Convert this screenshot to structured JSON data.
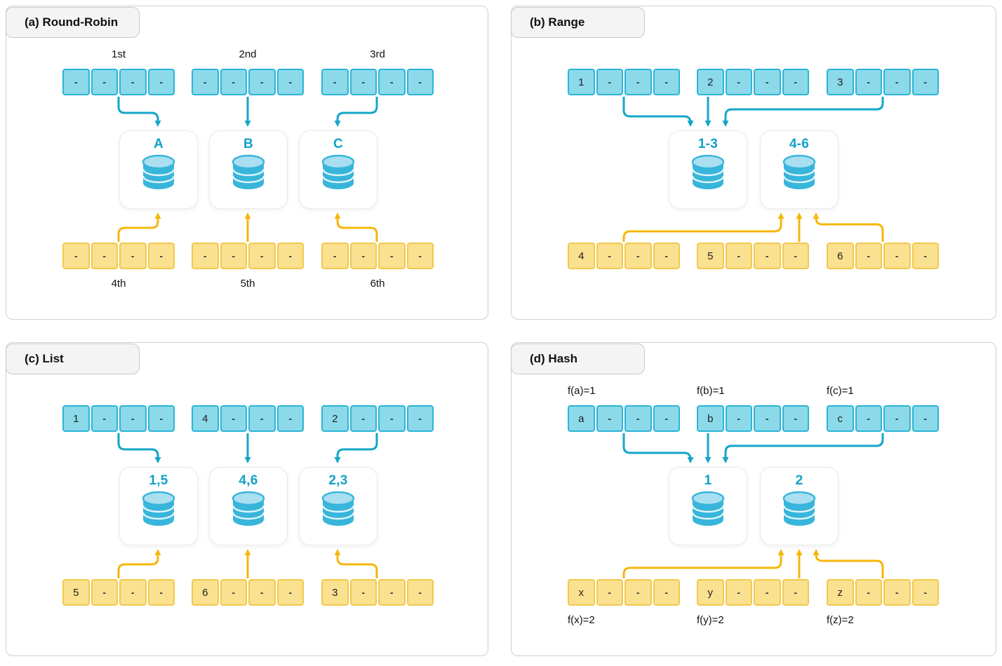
{
  "colors": {
    "blue_cell_fill": "#8CD9EA",
    "blue_cell_border": "#2AB5D7",
    "blue_arrow": "#14A6C9",
    "yellow_cell_fill": "#FAE190",
    "yellow_cell_border": "#F2C84D",
    "yellow_arrow": "#F6B70B",
    "db_label": "#12A1C7",
    "db_body": "#38B5DB",
    "db_top": "#A9DFF0"
  },
  "panels": [
    {
      "id": "a",
      "title": "(a) Round-Robin",
      "label_align": "center",
      "top_rows": [
        {
          "label": "1st",
          "cells": [
            "-",
            "-",
            "-",
            "-"
          ]
        },
        {
          "label": "2nd",
          "cells": [
            "-",
            "-",
            "-",
            "-"
          ]
        },
        {
          "label": "3rd",
          "cells": [
            "-",
            "-",
            "-",
            "-"
          ]
        }
      ],
      "databases": [
        {
          "label": "A"
        },
        {
          "label": "B"
        },
        {
          "label": "C"
        }
      ],
      "bottom_rows": [
        {
          "label": "4th",
          "cells": [
            "-",
            "-",
            "-",
            "-"
          ]
        },
        {
          "label": "5th",
          "cells": [
            "-",
            "-",
            "-",
            "-"
          ]
        },
        {
          "label": "6th",
          "cells": [
            "-",
            "-",
            "-",
            "-"
          ]
        }
      ]
    },
    {
      "id": "b",
      "title": "(b) Range",
      "label_align": "center",
      "top_rows": [
        {
          "cells": [
            "1",
            "-",
            "-",
            "-"
          ]
        },
        {
          "cells": [
            "2",
            "-",
            "-",
            "-"
          ]
        },
        {
          "cells": [
            "3",
            "-",
            "-",
            "-"
          ]
        }
      ],
      "databases": [
        {
          "label": "1-3"
        },
        {
          "label": "4-6"
        }
      ],
      "bottom_rows": [
        {
          "cells": [
            "4",
            "-",
            "-",
            "-"
          ]
        },
        {
          "cells": [
            "5",
            "-",
            "-",
            "-"
          ]
        },
        {
          "cells": [
            "6",
            "-",
            "-",
            "-"
          ]
        }
      ]
    },
    {
      "id": "c",
      "title": "(c) List",
      "label_align": "center",
      "top_rows": [
        {
          "cells": [
            "1",
            "-",
            "-",
            "-"
          ]
        },
        {
          "cells": [
            "4",
            "-",
            "-",
            "-"
          ]
        },
        {
          "cells": [
            "2",
            "-",
            "-",
            "-"
          ]
        }
      ],
      "databases": [
        {
          "label": "1,5"
        },
        {
          "label": "4,6"
        },
        {
          "label": "2,3"
        }
      ],
      "bottom_rows": [
        {
          "cells": [
            "5",
            "-",
            "-",
            "-"
          ]
        },
        {
          "cells": [
            "6",
            "-",
            "-",
            "-"
          ]
        },
        {
          "cells": [
            "3",
            "-",
            "-",
            "-"
          ]
        }
      ]
    },
    {
      "id": "d",
      "title": "(d) Hash",
      "label_align": "left",
      "top_rows": [
        {
          "label": "f(a)=1",
          "cells": [
            "a",
            "-",
            "-",
            "-"
          ]
        },
        {
          "label": "f(b)=1",
          "cells": [
            "b",
            "-",
            "-",
            "-"
          ]
        },
        {
          "label": "f(c)=1",
          "cells": [
            "c",
            "-",
            "-",
            "-"
          ]
        }
      ],
      "databases": [
        {
          "label": "1"
        },
        {
          "label": "2"
        }
      ],
      "bottom_rows": [
        {
          "label": "f(x)=2",
          "cells": [
            "x",
            "-",
            "-",
            "-"
          ]
        },
        {
          "label": "f(y)=2",
          "cells": [
            "y",
            "-",
            "-",
            "-"
          ]
        },
        {
          "label": "f(z)=2",
          "cells": [
            "z",
            "-",
            "-",
            "-"
          ]
        }
      ]
    }
  ]
}
